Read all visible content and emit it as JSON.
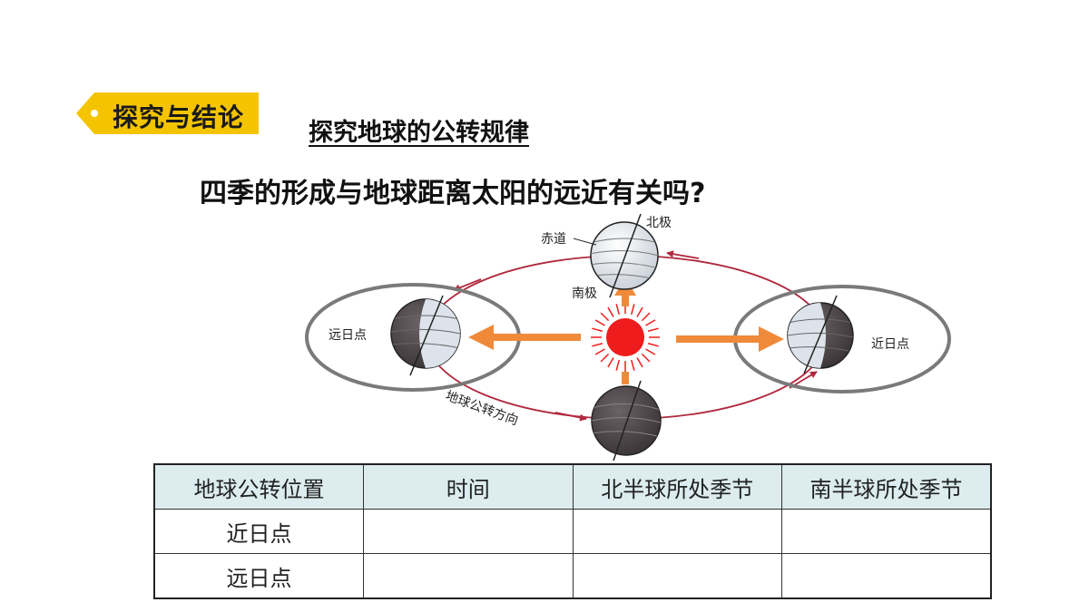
{
  "badge": {
    "label": "探究与结论",
    "color": "#f5c400"
  },
  "subtitle": "探究地球的公转规律",
  "question": "四季的形成与地球距离太阳的远近有关吗?",
  "diagram": {
    "labels": {
      "north_pole": "北极",
      "equator": "赤道",
      "south_pole": "南极",
      "aphelion": "远日点",
      "perihelion": "近日点",
      "orbit_direction": "地球公转方向"
    },
    "colors": {
      "orbit": "#b0283e",
      "sun": "#ee1c1c",
      "arrow": "#ef8a3a",
      "ellipse": "#7a7a7a"
    }
  },
  "table": {
    "headers": [
      "地球公转位置",
      "时间",
      "北半球所处季节",
      "南半球所处季节"
    ],
    "rows": [
      [
        "近日点",
        "",
        "",
        ""
      ],
      [
        "远日点",
        "",
        "",
        ""
      ]
    ]
  }
}
